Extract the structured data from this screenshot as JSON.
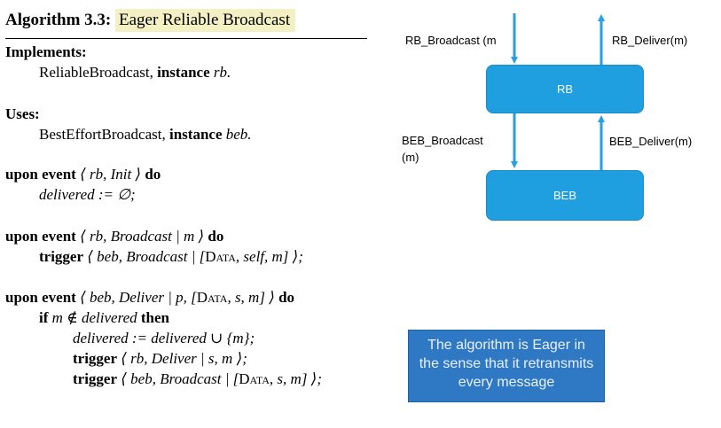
{
  "algorithm": {
    "number": "Algorithm 3.3:",
    "name": "Eager Reliable Broadcast"
  },
  "code": {
    "implements_kw": "Implements:",
    "implements_abs": "ReliableBroadcast,",
    "instance_kw": "instance",
    "implements_inst": "rb.",
    "uses_kw": "Uses:",
    "uses_abs": "BestEffortBroadcast,",
    "uses_inst": "beb.",
    "upon_kw": "upon event",
    "do_kw": "do",
    "trigger_kw": "trigger",
    "if_kw": "if",
    "then_kw": "then",
    "init_event": "⟨ rb, Init ⟩",
    "init_body": "delivered := ∅;",
    "broadcast_event": "⟨ rb, Broadcast | m ⟩",
    "broadcast_trigger_pre": "⟨ beb, Broadcast | [",
    "data_word": "Data",
    "broadcast_trigger_post": ", self, m] ⟩;",
    "deliver_event_pre": "⟨ beb, Deliver | p, [",
    "deliver_event_post": ", s, m] ⟩",
    "if_cond": "m ∉ delivered",
    "assign_line": "delivered := delivered ∪ {m};",
    "trigger_deliver": "⟨ rb, Deliver | s, m ⟩;",
    "trigger_broadcast_pre": "⟨ beb, Broadcast | [",
    "trigger_broadcast_post": ", s, m] ⟩;"
  },
  "diagram": {
    "rb_box": "RB",
    "beb_box": "BEB",
    "rb_broadcast": "RB_Broadcast (m",
    "rb_deliver": "RB_Deliver(m)",
    "beb_broadcast_1": "BEB_Broadcast",
    "beb_broadcast_2": "(m)",
    "beb_deliver": "BEB_Deliver(m)",
    "arrow_color": "#2a9fe0",
    "box_color": "#1f9fe0"
  },
  "note": {
    "line1": "The algorithm is Eager in",
    "line2": "the sense that it retransmits",
    "line3": "every message"
  }
}
